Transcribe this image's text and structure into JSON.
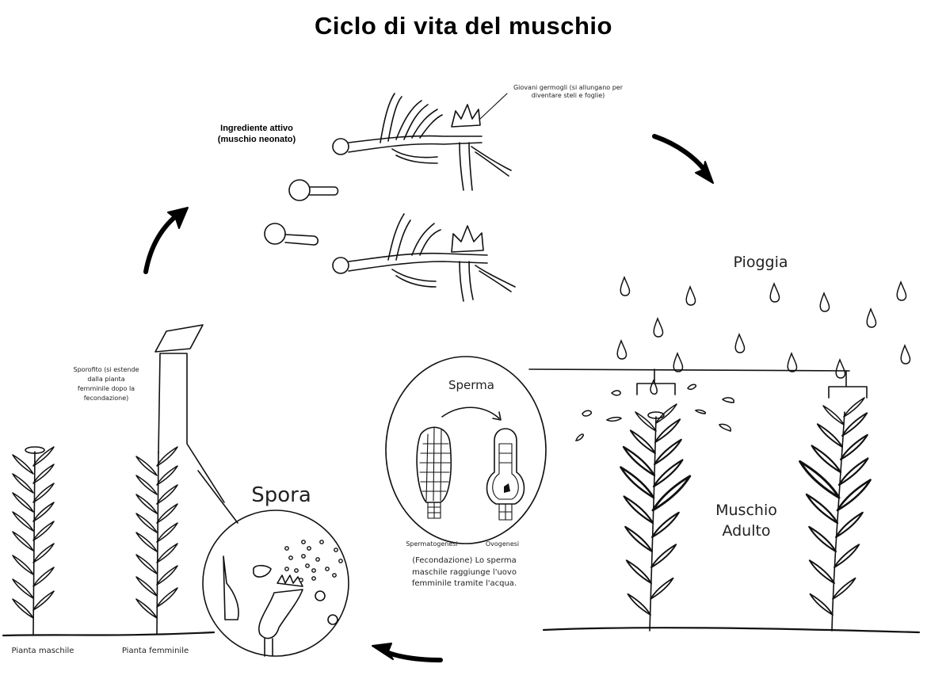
{
  "diagram": {
    "title": "Ciclo di vita del muschio",
    "labels": {
      "young_shoots": "Giovani germogli (si allungano per\ndiventare steli e foglie)",
      "active_ingredient": "Ingrediente attivo\n(muschio neonato)",
      "sporophyte": "Sporofito (si estende\ndalla pianta\nfemminile dopo la\nfecondazione)",
      "rain": "Pioggia",
      "sperm": "Sperma",
      "spermatogenesis": "Spermatogenesi",
      "oogenesis": "Ovogenesi",
      "fertilization": "(Fecondazione) Lo sperma\nmaschile raggiunge l'uovo\nfemminile tramite l'acqua.",
      "spore": "Spora",
      "adult_moss": "Muschio\nAdulto",
      "male_plant": "Pianta maschile",
      "female_plant": "Pianta femminile"
    },
    "stages": [
      {
        "id": "spore",
        "label": "Spora"
      },
      {
        "id": "protonema",
        "label": "Ingrediente attivo (muschio neonato)"
      },
      {
        "id": "adult",
        "label": "Muschio Adulto"
      },
      {
        "id": "fertilization",
        "label": "Fecondazione"
      },
      {
        "id": "sporophyte",
        "label": "Sporofito"
      }
    ],
    "cycle_arrows": [
      "arrow-up-right",
      "arrow-down-right",
      "arrow-left"
    ],
    "icons": {
      "rain_drop": "raindrop-icon",
      "spore_ball": "spore-icon",
      "moss_plant": "moss-plant-icon",
      "capsule": "capsule-icon"
    },
    "colors": {
      "ink": "#111111",
      "background": "#ffffff"
    }
  }
}
